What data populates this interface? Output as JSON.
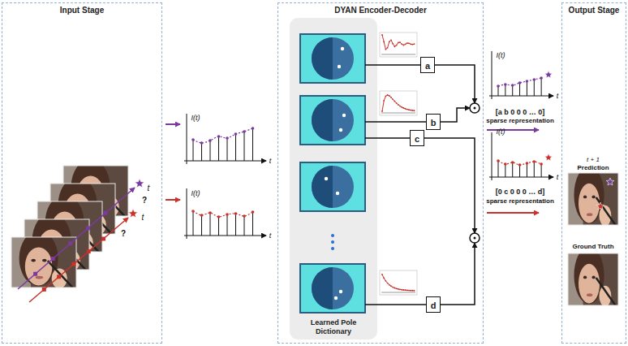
{
  "diagram": {
    "nodes": [
      {
        "text": [
          "Input Stage"
        ]
      },
      {
        "text": [
          "DYAN Encoder-Decoder"
        ]
      },
      {
        "text": [
          "Learned Pole Dictionary"
        ],
        "in": 1
      },
      {
        "text": [
          "a"
        ],
        "in": 1
      },
      {
        "text": [
          "b"
        ],
        "in": 1
      },
      {
        "text": [
          "c"
        ],
        "in": 1
      },
      {
        "text": [
          "d"
        ],
        "in": 1
      },
      {
        "text": [
          "Output Stage"
        ]
      }
    ],
    "labels": [
      "I(t)",
      "t",
      "I(t)",
      "t",
      "t",
      "?",
      "t",
      "?",
      "I(t)",
      "t",
      "[a b 0 0 0 … 0]",
      "sparse representation",
      "I(t)",
      "t",
      "[0 c 0 0 0 … d]",
      "sparse representation",
      "t + 1",
      "Prediction",
      "Ground Truth"
    ]
  }
}
